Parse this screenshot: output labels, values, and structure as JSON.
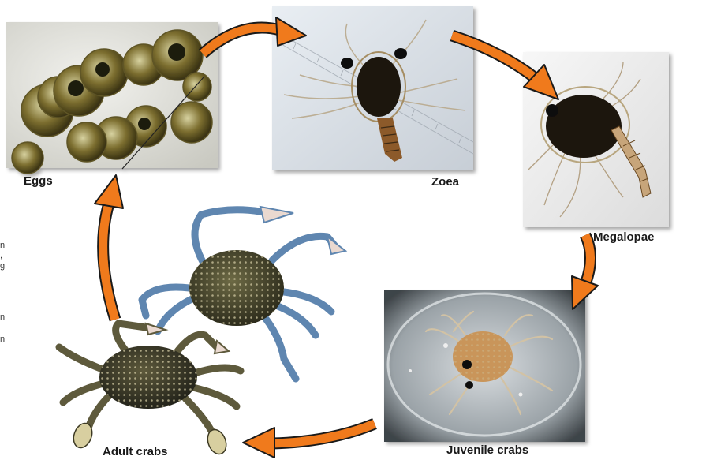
{
  "stages": [
    {
      "id": "eggs",
      "label": "Eggs",
      "photo_icon": "eggs-photo"
    },
    {
      "id": "zoea",
      "label": "Zoea",
      "photo_icon": "zoea-larva-photo"
    },
    {
      "id": "megalopae",
      "label": "Megalopae",
      "photo_icon": "megalopa-larva-photo"
    },
    {
      "id": "juvenile",
      "label": "Juvenile crabs",
      "photo_icon": "juvenile-crab-photo"
    },
    {
      "id": "adult",
      "label": "Adult crabs",
      "photo_icon": "adult-crabs-photo"
    }
  ],
  "cut_off_text": [
    "n",
    ",",
    "g",
    "n",
    "n"
  ],
  "colors": {
    "arrow_fill": "#f07a1c",
    "arrow_stroke": "#1a1a1a",
    "label": "#1a1a1a",
    "crab_blue": "#5f86b0",
    "crab_shell": "#4a4a32",
    "larva_dark": "#1e1608",
    "egg": "#8a7a3a"
  }
}
